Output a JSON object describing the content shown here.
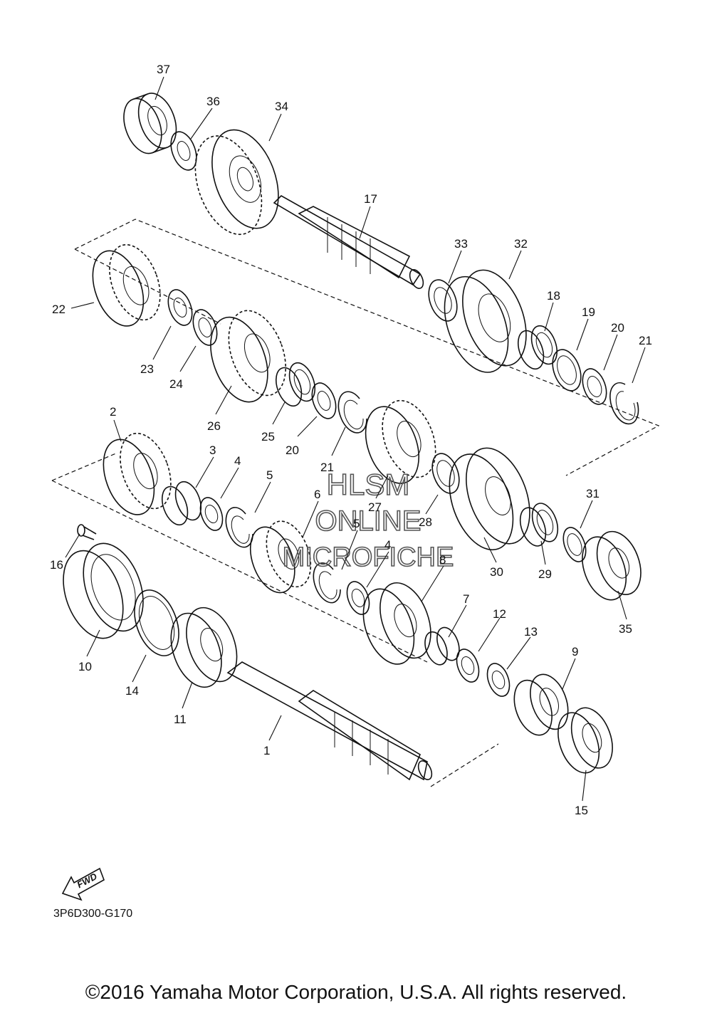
{
  "diagram": {
    "part_code": "3P6D300-G170",
    "fwd_label": "FWD",
    "watermark": [
      "HLSM",
      "ONLINE",
      "MICROFICHE"
    ],
    "copyright": "©2016 Yamaha Motor Corporation, U.S.A. All rights reserved.",
    "callouts": [
      {
        "id": "37",
        "text": "37"
      },
      {
        "id": "36",
        "text": "36"
      },
      {
        "id": "34",
        "text": "34"
      },
      {
        "id": "17",
        "text": "17"
      },
      {
        "id": "33",
        "text": "33"
      },
      {
        "id": "32",
        "text": "32"
      },
      {
        "id": "22",
        "text": "22"
      },
      {
        "id": "18",
        "text": "18"
      },
      {
        "id": "19",
        "text": "19"
      },
      {
        "id": "20a",
        "text": "20"
      },
      {
        "id": "21a",
        "text": "21"
      },
      {
        "id": "23",
        "text": "23"
      },
      {
        "id": "24",
        "text": "24"
      },
      {
        "id": "26",
        "text": "26"
      },
      {
        "id": "25",
        "text": "25"
      },
      {
        "id": "20b",
        "text": "20"
      },
      {
        "id": "21b",
        "text": "21"
      },
      {
        "id": "2",
        "text": "2"
      },
      {
        "id": "3a",
        "text": "3"
      },
      {
        "id": "4a",
        "text": "4"
      },
      {
        "id": "5a",
        "text": "5"
      },
      {
        "id": "27",
        "text": "27"
      },
      {
        "id": "28",
        "text": "28"
      },
      {
        "id": "6",
        "text": "6"
      },
      {
        "id": "5b",
        "text": "5"
      },
      {
        "id": "4b",
        "text": "4"
      },
      {
        "id": "8",
        "text": "8"
      },
      {
        "id": "30",
        "text": "30"
      },
      {
        "id": "29",
        "text": "29"
      },
      {
        "id": "31",
        "text": "31"
      },
      {
        "id": "35",
        "text": "35"
      },
      {
        "id": "16",
        "text": "16"
      },
      {
        "id": "10",
        "text": "10"
      },
      {
        "id": "14",
        "text": "14"
      },
      {
        "id": "11",
        "text": "11"
      },
      {
        "id": "7",
        "text": "7"
      },
      {
        "id": "12",
        "text": "12"
      },
      {
        "id": "13",
        "text": "13"
      },
      {
        "id": "9",
        "text": "9"
      },
      {
        "id": "1",
        "text": "1"
      },
      {
        "id": "15",
        "text": "15"
      }
    ]
  }
}
